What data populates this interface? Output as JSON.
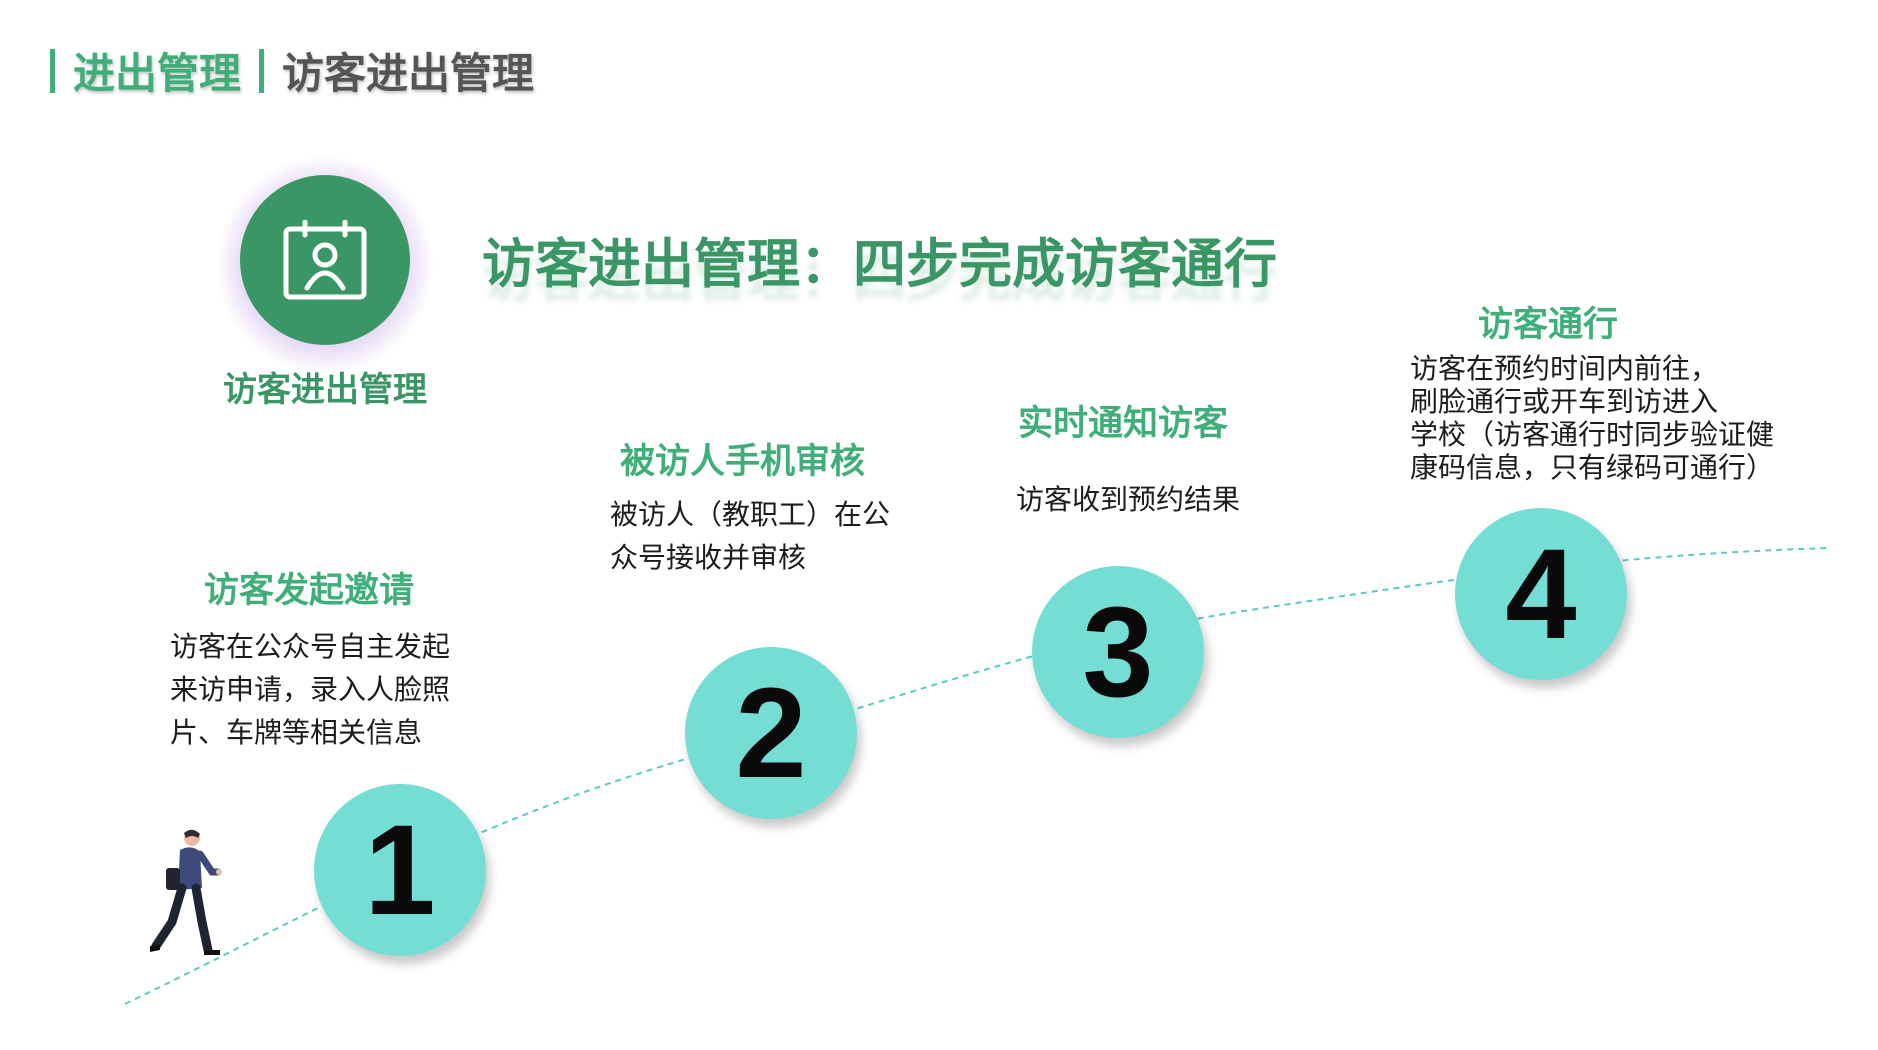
{
  "header": {
    "section": "进出管理",
    "page": "访客进出管理"
  },
  "badge": {
    "icon": "calendar-person-icon",
    "label": "访客进出管理"
  },
  "main_title": "访客进出管理：四步完成访客通行",
  "steps": [
    {
      "number": "1",
      "title": "访客发起邀请",
      "desc_lines": [
        "访客在公众号自主发起",
        "来访申请，录入人脸照",
        "片、车牌等相关信息"
      ]
    },
    {
      "number": "2",
      "title": "被访人手机审核",
      "desc_lines": [
        "被访人（教职工）在公",
        "众号接收并审核"
      ]
    },
    {
      "number": "3",
      "title": "实时通知访客",
      "desc_lines": [
        "访客收到预约结果"
      ]
    },
    {
      "number": "4",
      "title": "访客通行",
      "desc_lines": [
        "访客在预约时间内前往，",
        "刷脸通行或开车到访进入",
        "学校（访客通行时同步验证健",
        "康码信息，只有绿码可通行）"
      ]
    }
  ],
  "colors": {
    "accent_green": "#3fae78",
    "dark_green": "#3b9666",
    "circle_teal": "#74ddd4",
    "path_dash": "#5cc9c2"
  },
  "illustration": "walking-person"
}
